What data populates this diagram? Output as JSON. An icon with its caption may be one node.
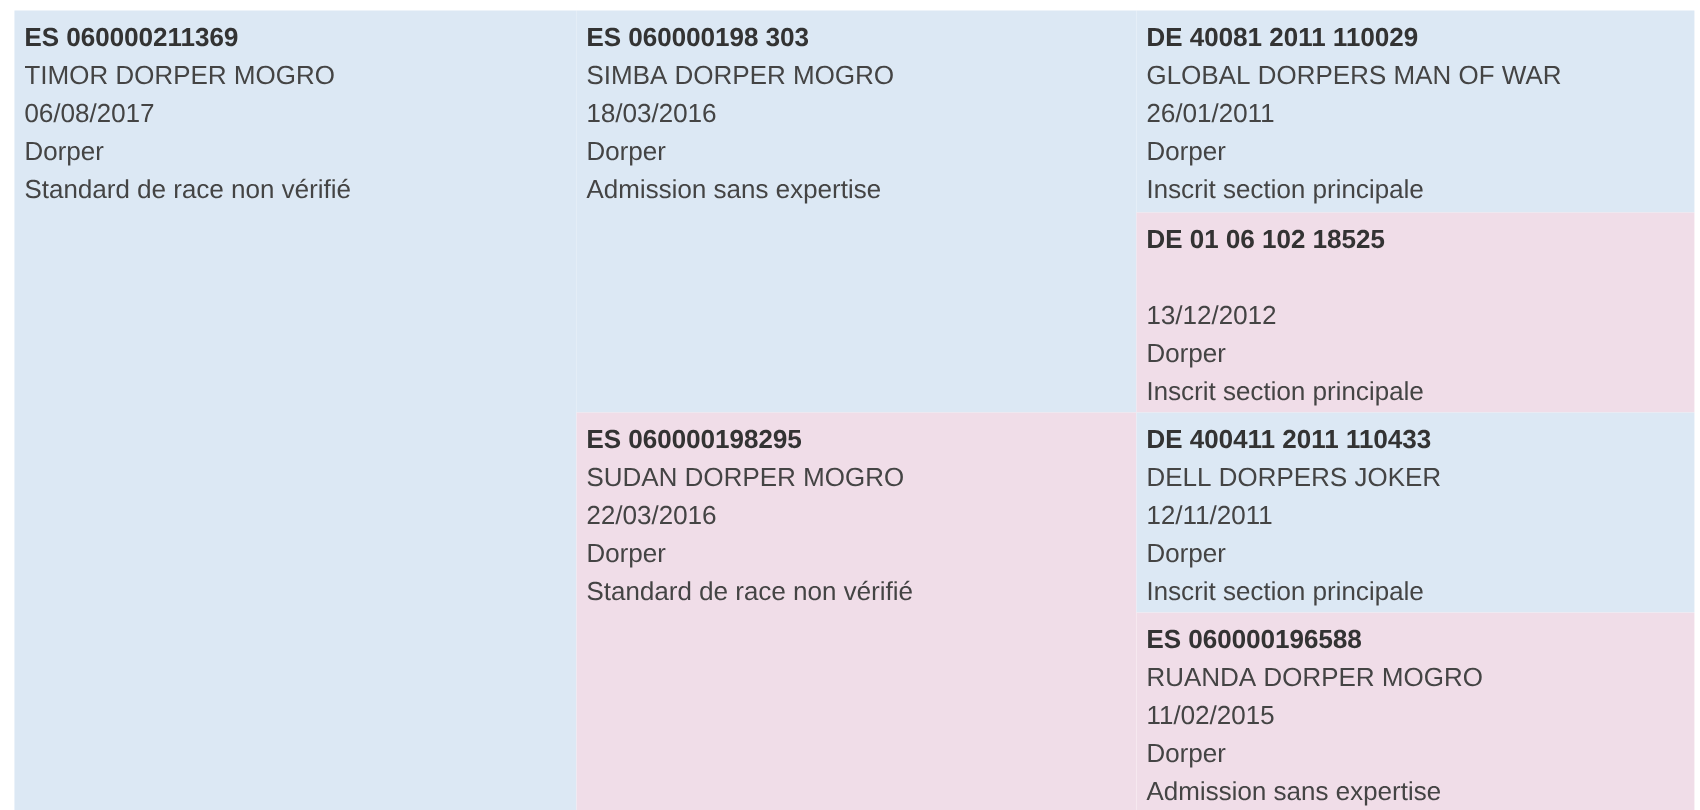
{
  "diagram": {
    "nodes": [
      {
        "text": [
          "ES 060000211369",
          "TIMOR DORPER MOGRO",
          "06/08/2017",
          "Dorper",
          "Standard de race non vérifié"
        ]
      },
      {
        "text": [
          "ES 060000198 303",
          "SIMBA DORPER MOGRO",
          "18/03/2016",
          "Dorper",
          "Admission sans expertise"
        ]
      },
      {
        "text": [
          "DE 40081 2011 110029",
          "GLOBAL DORPERS MAN OF WAR",
          "26/01/2011",
          "Dorper",
          "Inscrit section principale"
        ]
      },
      {
        "text": [
          "DE 01 06 102 18525",
          "13/12/2012",
          "Dorper",
          "Inscrit section principale"
        ]
      },
      {
        "text": [
          "ES 060000198295",
          "SUDAN DORPER MOGRO",
          "22/03/2016",
          "Dorper",
          "Standard de race non vérifié"
        ]
      },
      {
        "text": [
          "DE 400411 2011 110433",
          "DELL DORPERS JOKER",
          "12/11/2011",
          "Dorper",
          "Inscrit section principale"
        ]
      },
      {
        "text": [
          "ES 060000196588",
          "RUANDA DORPER MOGRO",
          "11/02/2015",
          "Dorper",
          "Admission sans expertise"
        ]
      }
    ]
  }
}
